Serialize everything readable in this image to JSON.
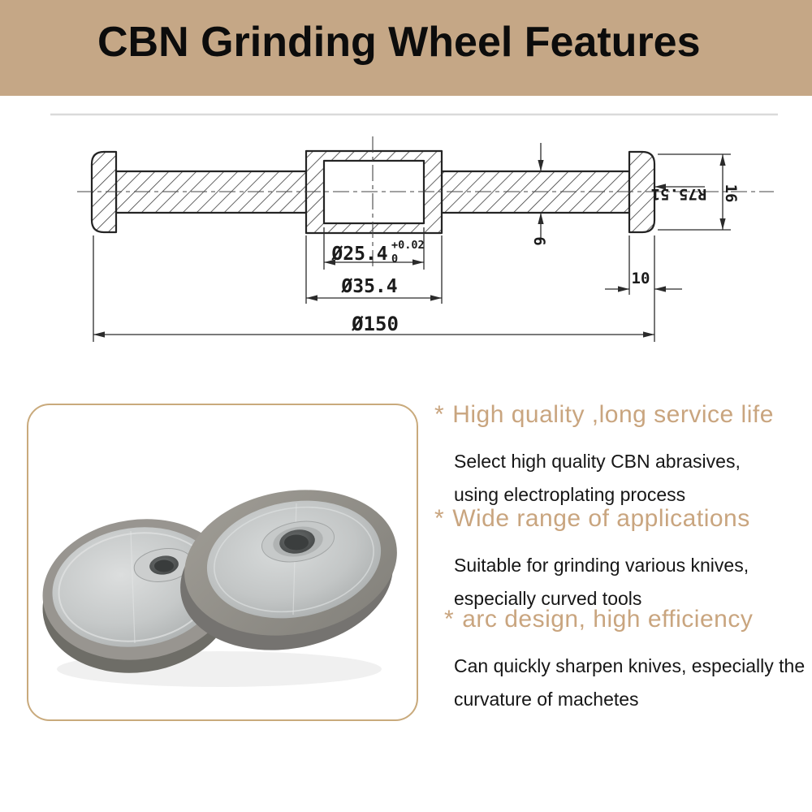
{
  "banner": {
    "title": "CBN Grinding Wheel Features"
  },
  "drawing": {
    "dims": {
      "bore_diameter": "Ø25.4",
      "bore_tolerance_upper": "+0.02",
      "bore_tolerance_lower": "0",
      "hub_diameter": "Ø35.4",
      "outer_diameter": "Ø150",
      "rim_width": "10",
      "wheel_thickness": "16",
      "plate_thickness": "6",
      "arc_radius": "R75.51"
    }
  },
  "features": [
    {
      "bullet": "*",
      "title": "High quality ,long service life",
      "lines": [
        "Select high quality CBN abrasives,",
        "using electroplating process"
      ]
    },
    {
      "bullet": "*",
      "title": "Wide range of applications",
      "lines": [
        "Suitable for grinding various knives,",
        "especially curved tools"
      ]
    },
    {
      "bullet": "*",
      "title": "arc design, high efficiency",
      "lines": [
        "Can quickly sharpen knives, especially the",
        "curvature of machetes"
      ]
    }
  ],
  "colors": {
    "banner-bg": "#c5a786",
    "accent": "#c9a57f",
    "photo-border": "#c9aa7c",
    "title-text": "#0c0c0c",
    "body-text": "#161616",
    "drawing-line": "#2b2b2b"
  }
}
